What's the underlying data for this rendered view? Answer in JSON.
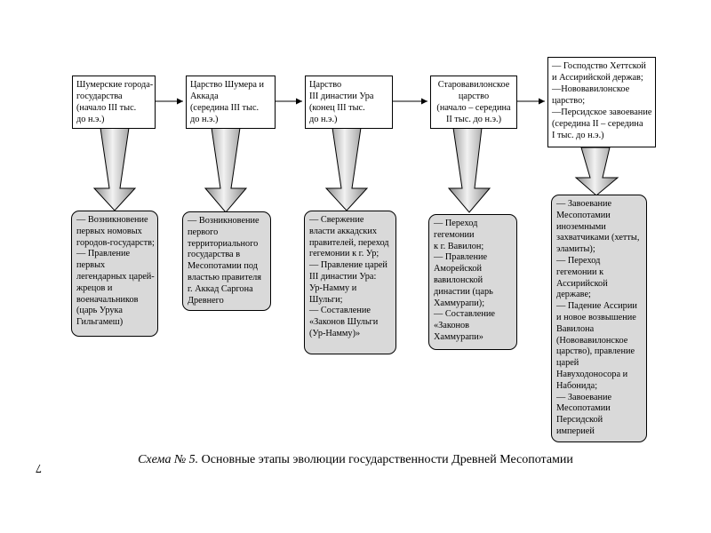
{
  "stages": [
    {
      "box": [
        "Шумерские города-",
        "государства",
        "(начало III тыс.",
        "до н.э.)"
      ],
      "details": [
        "— Возникновение",
        "первых номовых",
        "городов-государств;",
        "— Правление",
        "первых",
        "легендарных царей-",
        "жрецов и",
        "военачальников",
        "(царь Урука",
        "Гильгамеш)"
      ]
    },
    {
      "box": [
        "Царство Шумера и",
        "Аккада",
        "(середина III тыс.",
        "до н.э.)"
      ],
      "details": [
        "— Возникновение",
        "первого",
        "территориального",
        "государства в",
        "Месопотамии под",
        "властью правителя",
        "г. Аккад Саргона",
        "Древнего"
      ]
    },
    {
      "box": [
        "Царство",
        "III династии Ура",
        "(конец III тыс.",
        "до н.э.)"
      ],
      "details": [
        "— Свержение",
        "власти аккадских",
        "правителей, переход",
        "гегемонии к г. Ур;",
        "— Правление царей",
        "III династии Ура:",
        "Ур-Намму и",
        "Шульги;",
        "— Составление",
        "«Законов Шульги",
        "(Ур-Намму)»"
      ]
    },
    {
      "box": [
        "Старовавилонское",
        "царство",
        "(начало – середина",
        "II тыс. до н.э.)"
      ],
      "details": [
        "— Переход",
        "гегемонии",
        "к г. Вавилон;",
        "— Правление",
        "Аморейской",
        "вавилонской",
        "династии (царь",
        "Хаммурапи);",
        "— Составление",
        "«Законов",
        "Хаммурапи»"
      ]
    },
    {
      "box": [
        "— Господство Хеттской",
        "и Ассирийской держав;",
        "—Нововавилонское",
        "царство;",
        "—Персидское завоевание",
        "(середина II – середина",
        "I тыс. до н.э.)"
      ],
      "details": [
        "— Завоевание",
        "Месопотамии",
        "иноземными",
        "захватчиками (хетты,",
        "эламиты);",
        "— Переход",
        "гегемонии к",
        "Ассирийской",
        "державе;",
        "— Падение Ассирии",
        "и новое возвышение",
        "Вавилона",
        "(Нововавилонское",
        "царство), правление",
        "царей",
        "Навуходоносора и",
        "Набонида;",
        "— Завоевание",
        "Месопотамии",
        "Персидской",
        "империей"
      ]
    }
  ],
  "caption": {
    "italic": "Схема № 5.",
    "text": " Основные этапы эволюции государственности Древней Месопотамии"
  },
  "page_number": "7"
}
